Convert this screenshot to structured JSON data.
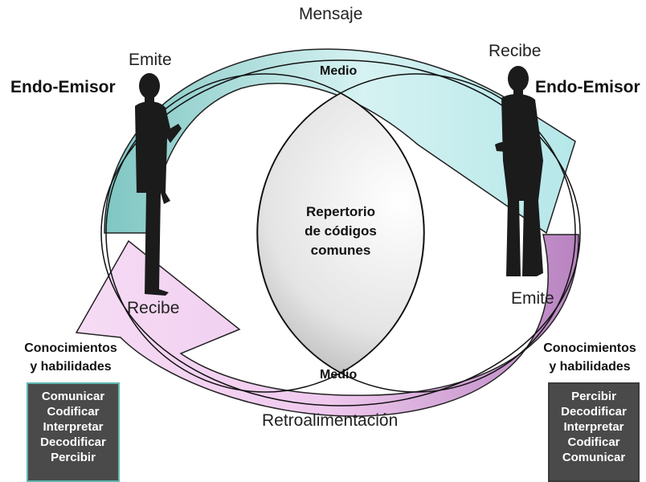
{
  "top_label": "Mensaje",
  "bottom_label": "Retroalimentación",
  "medio_top": "Medio",
  "medio_bottom": "Medio",
  "left": {
    "title": "Endo-Emisor",
    "emite": "Emite",
    "recibe": "Recibe",
    "knowledge": [
      "Conocimientos",
      "y habilidades"
    ],
    "skills": [
      "Comunicar",
      "Codificar",
      "Interpretar",
      "Decodificar",
      "Percibir"
    ]
  },
  "right": {
    "title": "Endo-Emisor",
    "recibe": "Recibe",
    "emite": "Emite",
    "knowledge": [
      "Conocimientos",
      "y habilidades"
    ],
    "skills": [
      "Percibir",
      "Decodificar",
      "Interpretar",
      "Codificar",
      "Comunicar"
    ]
  },
  "center": [
    "Repertorio",
    "de códigos",
    "comunes"
  ],
  "colors": {
    "arrow_top": "#b9e6e6",
    "arrow_top_dark": "#7ec4c0",
    "arrow_bottom": "#f2d0f0",
    "arrow_bottom_dark": "#b985c2",
    "box": "#4a4a4a"
  }
}
